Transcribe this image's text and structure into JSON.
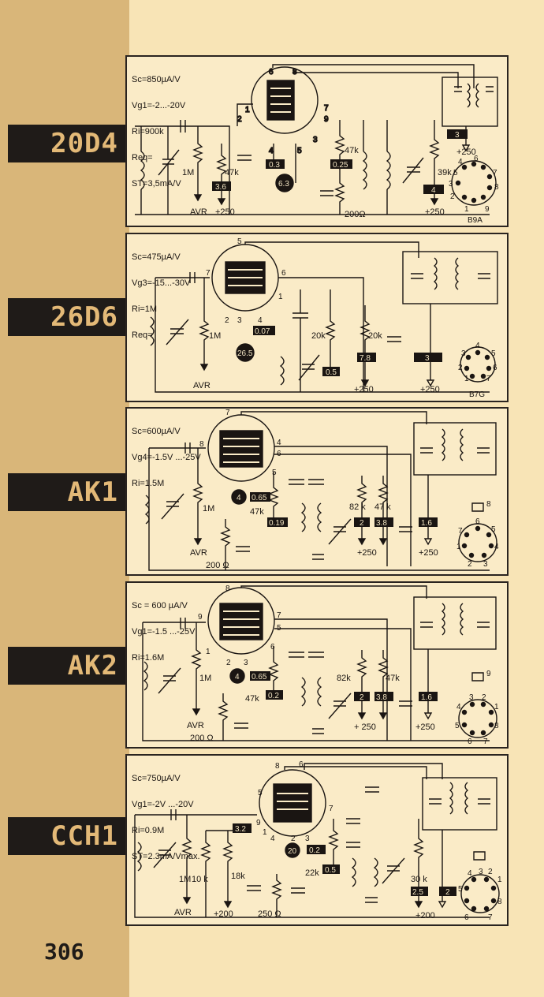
{
  "page_number": "306",
  "circuits": [
    {
      "id": "20D4",
      "label": "20D4",
      "specs": [
        "Sc=850µA/V",
        "Vg1=-2...-20V",
        "Ri=900k",
        "Req=",
        "ST=3,5mA/V"
      ],
      "pins": [
        "6",
        "8",
        "1",
        "2",
        "7",
        "9",
        "4",
        "5",
        "3"
      ],
      "values": [
        "1M",
        "47k",
        "AVR",
        "+250",
        "47k",
        "200Ω",
        "39k",
        "+250",
        "+250"
      ],
      "boxed": [
        "3.6",
        "0.3",
        "6.3",
        "0.25",
        "3",
        "4"
      ],
      "base": "B9A",
      "base_pins": [
        "4",
        "5",
        "3",
        "6",
        "2",
        "7",
        "8",
        "1",
        "9"
      ]
    },
    {
      "id": "26D6",
      "label": "26D6",
      "specs": [
        "Sc=475µA/V",
        "Vg3=-15...-30V",
        "Ri=1M",
        "Req="
      ],
      "pins": [
        "5",
        "7",
        "6",
        "2",
        "3",
        "4",
        "1"
      ],
      "values": [
        "1M",
        "AVR",
        "20k",
        "20k",
        "+250",
        "+250"
      ],
      "boxed": [
        "0.07",
        "26.5",
        "0.5",
        "7.8",
        "3"
      ],
      "base": "B7G",
      "base_pins": [
        "4",
        "3",
        "5",
        "2",
        "6",
        "1",
        "7"
      ]
    },
    {
      "id": "AK1",
      "label": "AK1",
      "specs": [
        "Sc=600µA/V",
        "Vg4=-1.5V ...-25V",
        "Ri=1.5M"
      ],
      "pins": [
        "7",
        "8",
        "4",
        "6",
        "5"
      ],
      "values": [
        "1M",
        "AVR",
        "200 Ω",
        "47k",
        "82 k",
        "47 k",
        "+250",
        "+250"
      ],
      "boxed": [
        "4",
        "0.65",
        "0.19",
        "2",
        "3.8",
        "1.6"
      ],
      "base_pins": [
        "8",
        "6",
        "5",
        "7",
        "4",
        "1",
        "2",
        "3"
      ]
    },
    {
      "id": "AK2",
      "label": "AK2",
      "specs": [
        "Sc = 600 µA/V",
        "Vg1=-1.5 ...-25V",
        "Ri=1.6M"
      ],
      "pins": [
        "8",
        "9",
        "7",
        "5",
        "1",
        "2",
        "3",
        "6"
      ],
      "values": [
        "1M",
        "AVR",
        "200 Ω",
        "47k",
        "82k",
        "47k",
        "+ 250",
        "+250"
      ],
      "boxed": [
        "4",
        "0.65",
        "0.2",
        "2",
        "3.8",
        "1.6"
      ],
      "base_pins": [
        "9",
        "3",
        "2",
        "4",
        "1",
        "5",
        "8",
        "6",
        "7"
      ]
    },
    {
      "id": "CCH1",
      "label": "CCH1",
      "specs": [
        "Sc=750µA/V",
        "Vg1=-2V ...-20V",
        "Ri=0.9M",
        "ST=2.3mA/Vmax."
      ],
      "pins": [
        "8",
        "6",
        "5",
        "9",
        "7",
        "1",
        "4",
        "2",
        "3"
      ],
      "values": [
        "1M",
        "10 k",
        "18k",
        "AVR",
        "+200",
        "250 Ω",
        "22k",
        "30 k",
        "+200"
      ],
      "boxed": [
        "3.2",
        "20",
        "0.2",
        "0.5",
        "2.5",
        "2"
      ],
      "base_pins": [
        "4",
        "3",
        "2",
        "1",
        "5",
        "8",
        "6",
        "7"
      ]
    }
  ]
}
